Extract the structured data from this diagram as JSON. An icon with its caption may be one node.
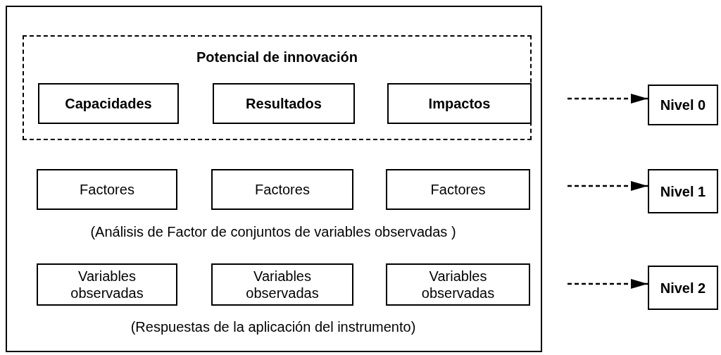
{
  "diagram": {
    "nodes": [
      {
        "text": [],
        "shape": "box"
      },
      {
        "text": [
          "Potencial de innovación"
        ],
        "in": 0
      },
      {
        "text": [
          "Capacidades"
        ],
        "in": 1
      },
      {
        "text": [
          "Resultados"
        ],
        "in": 1
      },
      {
        "text": [
          "Impactos"
        ],
        "in": 1
      },
      {
        "text": [
          "Factores"
        ],
        "in": 0
      },
      {
        "text": [
          "Factores"
        ],
        "in": 0
      },
      {
        "text": [
          "Factores"
        ],
        "in": 0
      },
      {
        "text": [
          "Variables observadas"
        ],
        "in": 0
      },
      {
        "text": [
          "Variables observadas"
        ],
        "in": 0
      },
      {
        "text": [
          "Variables observadas"
        ],
        "in": 0
      },
      {
        "text": [
          "Nivel 0"
        ]
      },
      {
        "text": [
          "Nivel 1"
        ]
      },
      {
        "text": [
          "Nivel 2"
        ]
      }
    ],
    "edges": [
      {
        "from": null,
        "to": 11,
        "arrow": "to",
        "style": "dashed"
      },
      {
        "from": null,
        "to": 12,
        "arrow": "to",
        "style": "dashed"
      },
      {
        "from": null,
        "to": 13,
        "arrow": "to",
        "style": "dashed"
      }
    ],
    "labels": [
      "(Análisis de Factor de conjuntos de variables observadas )",
      "(Respuestas de la aplicación del instrumento)"
    ]
  }
}
